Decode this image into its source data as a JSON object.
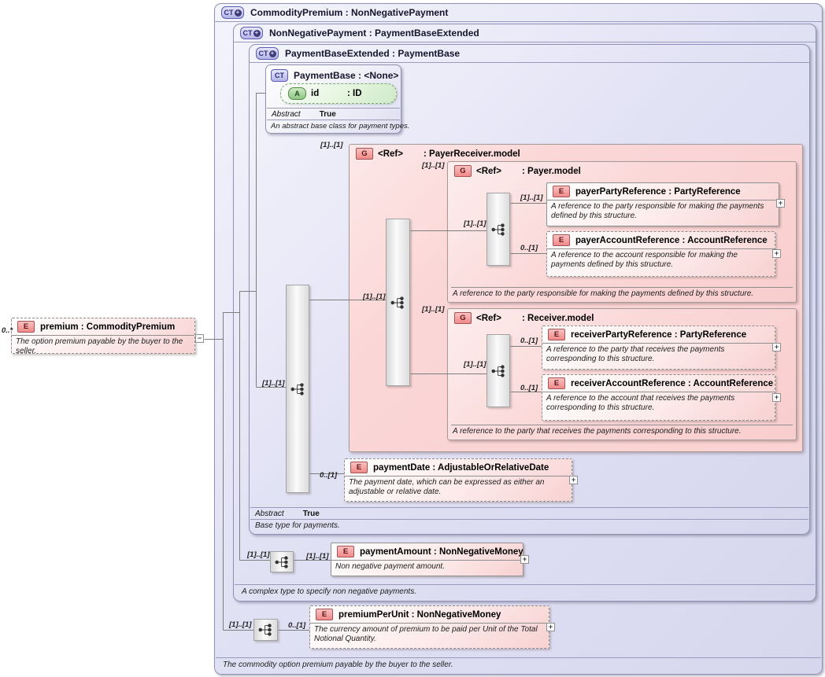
{
  "icons": {
    "ct": "CT",
    "group": "G",
    "element": "E",
    "attribute": "A",
    "expand": "+",
    "collapse": "−"
  },
  "outer": {
    "title": "CommodityPremium : NonNegativePayment",
    "footer": "The commodity option premium payable by the buyer to the seller."
  },
  "nnp": {
    "title": "NonNegativePayment : PaymentBaseExtended",
    "footer": "A complex type to specify non negative payments."
  },
  "pbe": {
    "title": "PaymentBaseExtended : PaymentBase",
    "abstract_label": "Abstract",
    "abstract_value": "True",
    "footer": "Base type for payments."
  },
  "pb": {
    "title": "PaymentBase : <None>",
    "abstract_label": "Abstract",
    "abstract_value": "True",
    "footer": "An abstract base class for payment types.",
    "attr": {
      "name": "id",
      "type": ": ID"
    }
  },
  "groups": {
    "payerReceiver": {
      "ref": "<Ref>",
      "type": ": PayerReceiver.model"
    },
    "payer": {
      "ref": "<Ref>",
      "type": ": Payer.model",
      "footer": "A reference to the party responsible for making the payments defined by this structure."
    },
    "receiver": {
      "ref": "<Ref>",
      "type": ": Receiver.model",
      "footer": "A reference to the party that receives the payments corresponding to this structure."
    }
  },
  "elements": {
    "premium": {
      "label": "premium : CommodityPremium",
      "desc": "The option premium payable by the buyer to the seller."
    },
    "payerPartyReference": {
      "label": "payerPartyReference : PartyReference",
      "desc": "A reference to the party responsible for making the payments defined by this structure."
    },
    "payerAccountReference": {
      "label": "payerAccountReference : AccountReference",
      "desc": "A reference to the account responsible for making the payments defined by this structure."
    },
    "receiverPartyReference": {
      "label": "receiverPartyReference : PartyReference",
      "desc": "A reference to the party that receives the payments corresponding to this structure."
    },
    "receiverAccountReference": {
      "label": "receiverAccountReference : AccountReference",
      "desc": "A reference to the account that receives the payments corresponding to this structure."
    },
    "paymentDate": {
      "label": "paymentDate : AdjustableOrRelativeDate",
      "desc": "The payment date, which can be expressed as either an adjustable or relative date."
    },
    "paymentAmount": {
      "label": "paymentAmount : NonNegativeMoney",
      "desc": "Non negative payment amount."
    },
    "premiumPerUnit": {
      "label": "premiumPerUnit : NonNegativeMoney",
      "desc": "The currency amount of premium to be paid per Unit of the Total Notional Quantity."
    }
  },
  "mult": {
    "premium": "0..*",
    "seq_main": "[1]..[1]",
    "pr_group": "[1]..[1]",
    "pr_seq": "[1]..[1]",
    "payer_group": "[1]..[1]",
    "payer_seq": "[1]..[1]",
    "payer_party": "[1]..[1]",
    "payer_account": "0..[1]",
    "recv_group": "[1]..[1]",
    "recv_seq": "[1]..[1]",
    "recv_party": "0..[1]",
    "recv_account": "0..[1]",
    "payment_date": "0..[1]",
    "pa_seq": "[1]..[1]",
    "payment_amount": "[1]..[1]",
    "ppu_seq": "[1]..[1]",
    "premium_per_unit": "0..[1]"
  }
}
